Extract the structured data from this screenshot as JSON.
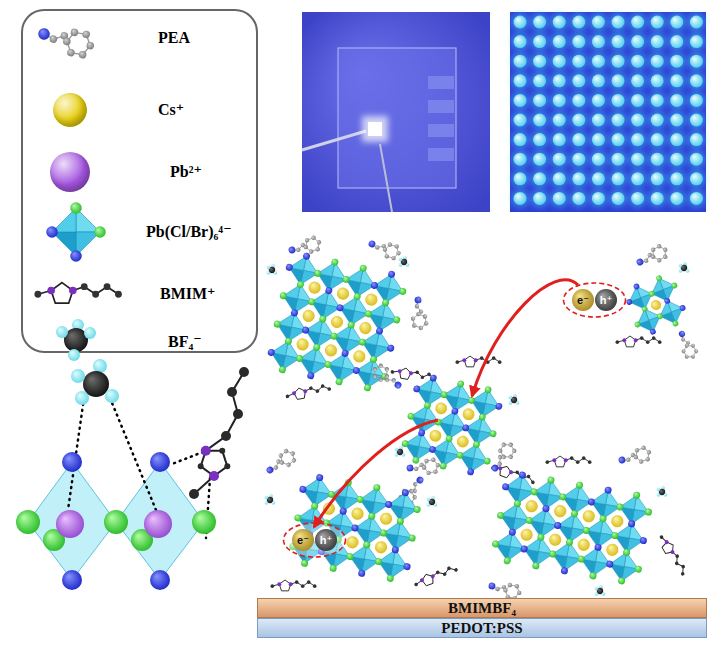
{
  "diagram": {
    "nodes": [
      {
        "text": [
          "BMIMBF₄"
        ]
      },
      {
        "text": [
          "PEDOT:PSS"
        ]
      }
    ],
    "labels": [
      "e⁻",
      "h⁺",
      "e⁻",
      "h⁺"
    ],
    "legend": [
      {
        "text": "PEA"
      },
      {
        "text": "Cs⁺",
        "color": "#e8cf10"
      },
      {
        "text": "Pb²⁺",
        "color": "#a455e0"
      },
      {
        "text": "Pb(Cl/Br)₆⁴⁻"
      },
      {
        "text": "BMIM⁺"
      },
      {
        "text": "BF₄⁻"
      }
    ]
  }
}
